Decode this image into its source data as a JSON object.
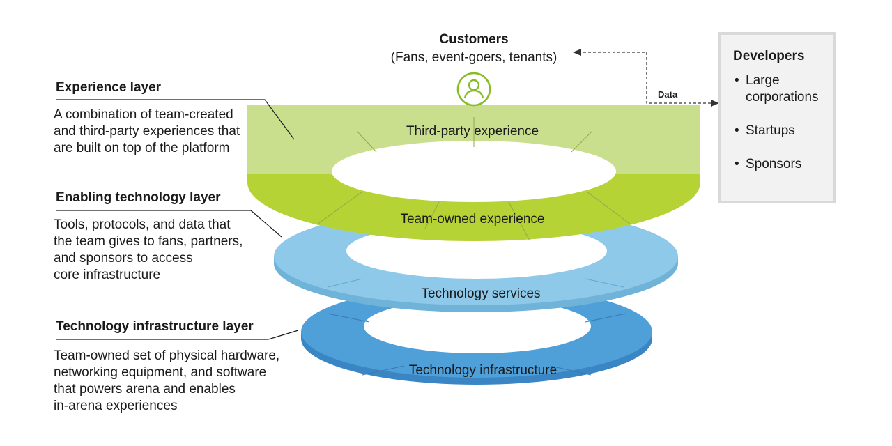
{
  "customers": {
    "title": "Customers",
    "subtitle": "(Fans, event-goers, tenants)",
    "icon": "person-icon"
  },
  "developers": {
    "title": "Developers",
    "items": [
      "Large corporations",
      "Startups",
      "Sponsors"
    ]
  },
  "data_flow_label": "Data",
  "layers": [
    {
      "heading": "Experience layer",
      "description": "A combination of team-created\nand third-party experiences that\nare built on top of the platform"
    },
    {
      "heading": "Enabling technology layer",
      "description": "Tools, protocols, and data that\nthe team gives to fans, partners,\nand sponsors to access\ncore infrastructure"
    },
    {
      "heading": "Technology infrastructure layer",
      "description": "Team-owned set of physical hardware,\nnetworking equipment, and software\nthat powers arena and enables\nin-arena experiences"
    }
  ],
  "rings": {
    "third_party": "Third-party experience",
    "team_owned": "Team-owned experience",
    "services": "Technology services",
    "infrastructure": "Technology infrastructure"
  },
  "colors": {
    "third_party": "#c9df8e",
    "team_owned": "#b5d334",
    "services": "#8ec9e9",
    "infrastructure": "#4f9fd8",
    "accent_icon": "#86bc25"
  }
}
